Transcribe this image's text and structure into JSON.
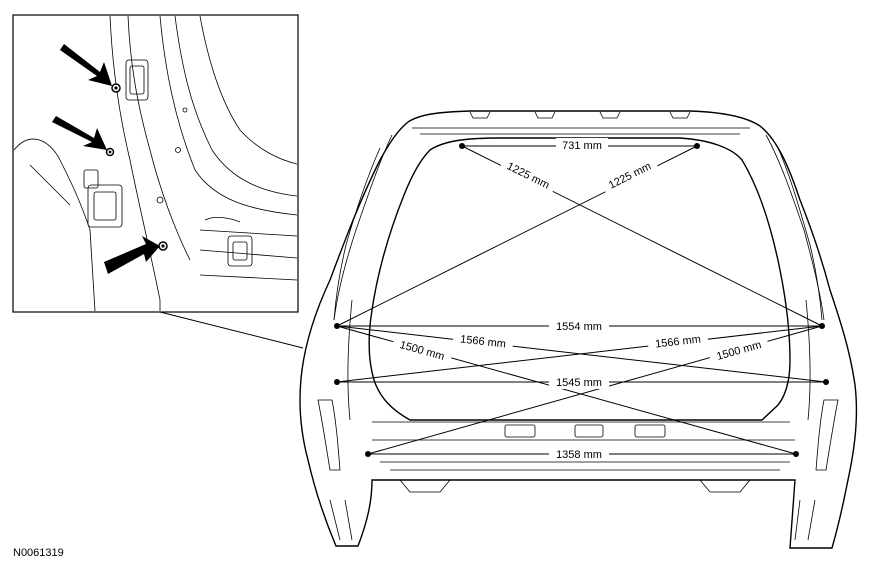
{
  "reference_code": "N0061319",
  "inset_arrow_count": 3,
  "measurements": [
    {
      "id": "m1",
      "label": "731 mm"
    },
    {
      "id": "m2",
      "label": "1225 mm"
    },
    {
      "id": "m3",
      "label": "1225 mm"
    },
    {
      "id": "m4",
      "label": "1554 mm"
    },
    {
      "id": "m5",
      "label": "1566 mm"
    },
    {
      "id": "m6",
      "label": "1566 mm"
    },
    {
      "id": "m7",
      "label": "1500 mm"
    },
    {
      "id": "m8",
      "label": "1500 mm"
    },
    {
      "id": "m9",
      "label": "1545 mm"
    },
    {
      "id": "m10",
      "label": "1358 mm"
    }
  ]
}
